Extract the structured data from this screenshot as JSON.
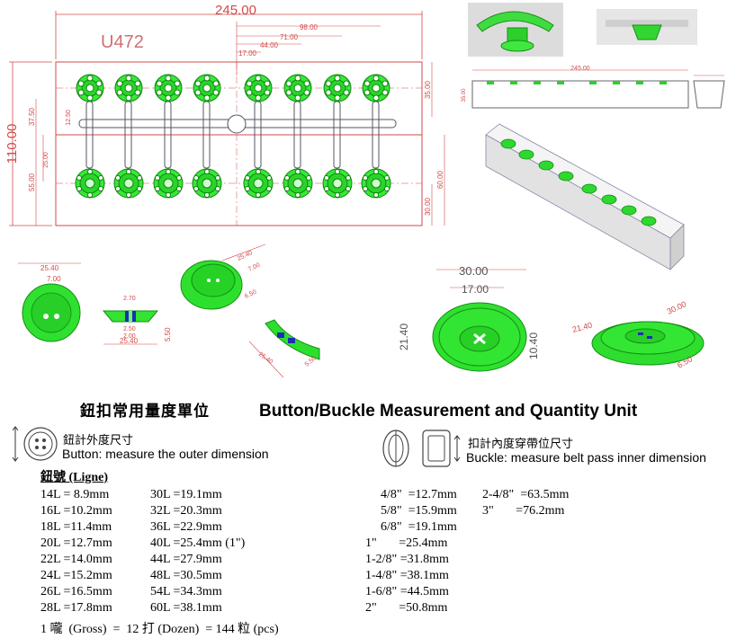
{
  "mold_drawing": {
    "model": "U472",
    "overall_width": "245.00",
    "overall_height": "110.00",
    "top_dims": [
      "98.00",
      "71.00",
      "44.00",
      "17.00"
    ],
    "left_dims": [
      "37.50",
      "12.50",
      "25.00",
      "55.00"
    ],
    "right_dims": [
      "35.00",
      "60.00",
      "30.00"
    ]
  },
  "detail_views": {
    "button_diameter": "25.40",
    "hole_spacing": "7.00",
    "side_width": "25.40",
    "side_height": "5.50",
    "small_dims": [
      "2.70",
      "2.50",
      "2.00"
    ],
    "iso_dims": [
      "25.40",
      "7.00",
      "6.50"
    ],
    "cut_dims": [
      "25.40",
      "5.50"
    ],
    "oval_width": "30.00",
    "oval_inner": "17.00",
    "oval_height": "21.40",
    "oval_inner_height": "10.40",
    "oval_iso_dims": [
      "21.40",
      "30.00",
      "6.50"
    ],
    "bar_length": "245.00",
    "bar_height": "35.00"
  },
  "titles": {
    "chinese": "鈕扣常用量度單位",
    "english": "Button/Buckle Measurement and Quantity Unit"
  },
  "button_info": {
    "chinese": "鈕計外度尺寸",
    "english": "Button: measure the outer dimension"
  },
  "buckle_info": {
    "chinese": "扣計內度穿帶位尺寸",
    "english": "Buckle: measure belt pass inner dimension"
  },
  "ligne_header": "鈕號 (Ligne)",
  "ligne_col1": [
    "14L =  8.9mm",
    "16L =10.2mm",
    "18L =11.4mm",
    "20L =12.7mm",
    "22L =14.0mm",
    "24L =15.2mm",
    "26L =16.5mm",
    "28L =17.8mm"
  ],
  "ligne_col2": [
    "30L =19.1mm",
    "32L =20.3mm",
    "36L =22.9mm",
    "40L =25.4mm (1\")",
    "44L =27.9mm",
    "48L =30.5mm",
    "54L =34.3mm",
    "60L =38.1mm"
  ],
  "inch_col1": [
    "4/8\"  =12.7mm",
    "5/8\"  =15.9mm",
    "6/8\"  =19.1mm",
    "1\"       =25.4mm",
    "1-2/8\" =31.8mm",
    "1-4/8\" =38.1mm",
    "1-6/8\" =44.5mm",
    "2\"       =50.8mm"
  ],
  "inch_col2": [
    "2-4/8\"  =63.5mm",
    "3\"       =76.2mm"
  ],
  "gross_line": "1 嚨  (Gross)  =  12 打 (Dozen)  = 144 粒 (pcs)",
  "colors": {
    "dimension": "#d24a4a",
    "button_green": "#2be22b",
    "dark_green": "#0fa80f"
  }
}
